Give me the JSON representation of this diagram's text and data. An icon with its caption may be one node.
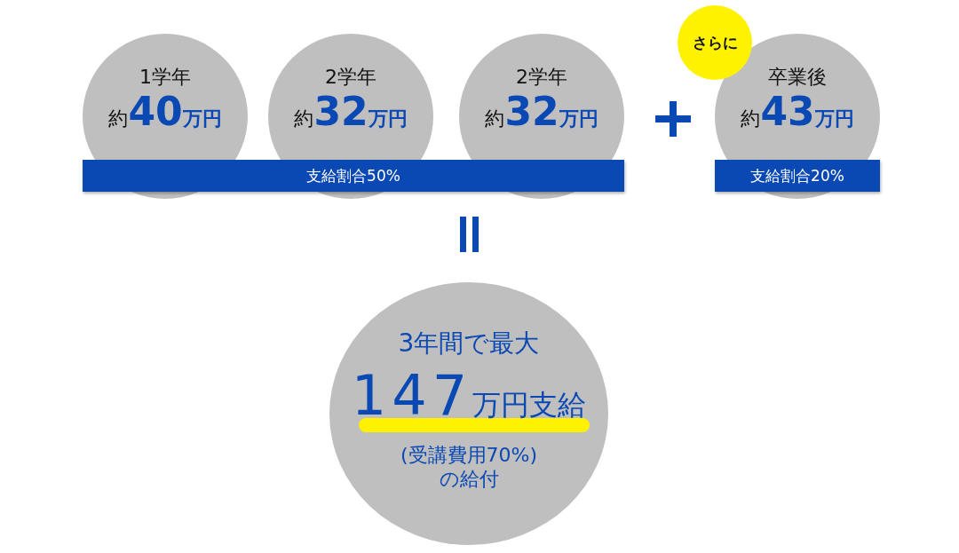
{
  "diagram": {
    "nodes": [
      {
        "text": [
          "1学年",
          "約40万円"
        ]
      },
      {
        "text": [
          "2学年",
          "約32万円"
        ]
      },
      {
        "text": [
          "2学年",
          "約32万円"
        ]
      },
      {
        "text": [
          "支給割合50%"
        ]
      },
      {
        "text": [
          "さらに"
        ]
      },
      {
        "text": [
          "卒業後",
          "約43万円"
        ]
      },
      {
        "text": [
          "支給割合20%"
        ],
        "in": 5
      },
      {
        "text": [
          "3年間で最大",
          "147万円支給",
          "(受講費用70%)の給付"
        ]
      }
    ],
    "edges": []
  }
}
